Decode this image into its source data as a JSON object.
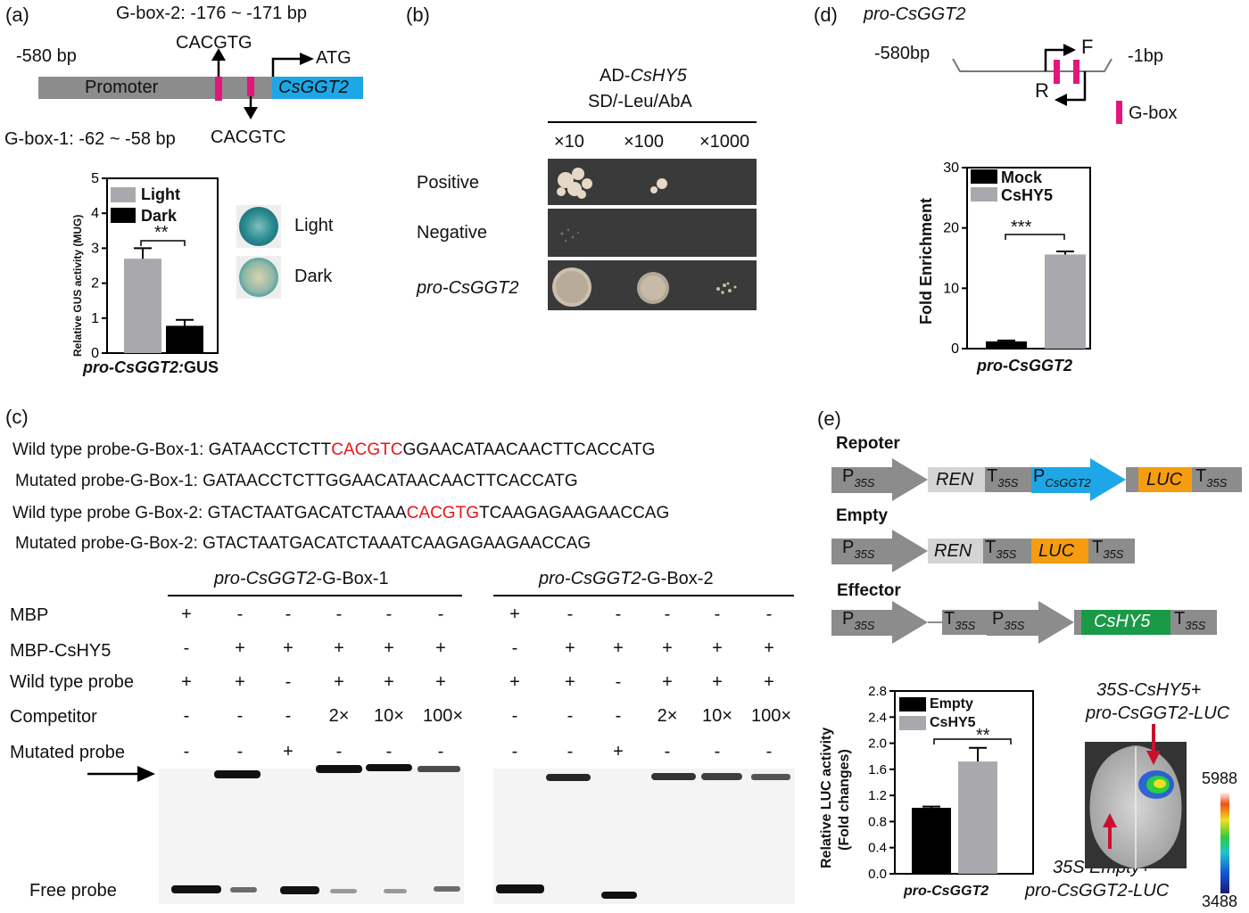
{
  "panels": {
    "a": {
      "label": "(a)",
      "gbox2": "G-box-2: -176 ~ -171 bp",
      "start": "-580 bp",
      "cacgtg": "CACGTG",
      "atg": "ATG",
      "promoter": "Promoter",
      "gene": "CsGGT2",
      "gbox1": "G-box-1: -62 ~ -58 bp",
      "cacgtc": "CACGTC",
      "chart_ylabel": "Relative GUS activity (MUG)",
      "chart_xlabel_italic": "pro-CsGGT2:",
      "chart_xlabel_plain": "GUS",
      "legend_light": "Light",
      "legend_dark": "Dark",
      "sig": "**",
      "img_light": "Light",
      "img_dark": "Dark"
    },
    "b": {
      "label": "(b)",
      "title_plain": "AD-",
      "title_italic": "CsHY5",
      "subtitle": "SD/-Leu/AbA",
      "dilutions": [
        "×10",
        "×100",
        "×1000"
      ],
      "rows": [
        "Positive",
        "Negative",
        "pro-CsGGT2"
      ]
    },
    "c": {
      "label": "(c)",
      "seq": [
        {
          "prefix": "Wild type probe-G-Box-1: ",
          "pre": "GATAACCTCTT",
          "hl": "CACGTC",
          "post": "GGAACATAACAACTTCACCATG"
        },
        {
          "prefix": "Mutated probe-G-Box-1: ",
          "pre": "GATAACCTCTTGGAACATAACAACTTCACCATG",
          "hl": "",
          "post": ""
        },
        {
          "prefix": "Wild type probe G-Box-2: ",
          "pre": "GTACTAATGACATCTAAA",
          "hl": "CACGTG",
          "post": "TCAAGAGAAGAACCAG"
        },
        {
          "prefix": "Mutated probe-G-Box-2: ",
          "pre": "GTACTAATGACATCTAAATCAAGAGAAGAACCAG",
          "hl": "",
          "post": ""
        }
      ],
      "group1_italic": "pro-CsGGT2",
      "group1_plain": "-G-Box-1",
      "group2_italic": "pro-CsGGT2",
      "group2_plain": "-G-Box-2",
      "row_labels": [
        "MBP",
        "MBP-CsHY5",
        "Wild type probe",
        "Competitor",
        "Mutated probe"
      ],
      "matrix": [
        [
          "+",
          "-",
          "-",
          "-",
          "-",
          "-"
        ],
        [
          "-",
          "+",
          "+",
          "+",
          "+",
          "+"
        ],
        [
          "+",
          "+",
          "-",
          "+",
          "+",
          "+"
        ],
        [
          "-",
          "-",
          "-",
          "2×",
          "10×",
          "100×"
        ],
        [
          "-",
          "-",
          "+",
          "-",
          "-",
          "-"
        ]
      ],
      "free_probe": "Free probe"
    },
    "d": {
      "label": "(d)",
      "title": "pro-CsGGT2",
      "start": "-580bp",
      "end": "-1bp",
      "primer_f": "F",
      "primer_r": "R",
      "gbox_legend": "G-box",
      "chart_ylabel": "Fold Enrichment",
      "chart_xlabel": "pro-CsGGT2",
      "legend_mock": "Mock",
      "legend_cshy5": "CsHY5",
      "sig": "***"
    },
    "e": {
      "label": "(e)",
      "reporter": "Repoter",
      "empty": "Empty",
      "effector": "Effector",
      "p": "P",
      "sub35s": "35S",
      "subcsggt2": "CsGGT2",
      "t": "T",
      "ren": "REN",
      "luc": "LUC",
      "cshy5": "CsHY5",
      "chart_ylabel1": "Relative LUC activity",
      "chart_ylabel2": "(Fold changes)",
      "chart_xlabel": "pro-CsGGT2",
      "legend_empty": "Empty",
      "legend_cshy5": "CsHY5",
      "sig": "**",
      "leaf_top1": "35S-CsHY5+",
      "leaf_top2": "pro-CsGGT2-LUC",
      "leaf_bot1": "35S Empty+",
      "leaf_bot2": "pro-CsGGT2-LUC",
      "scale_max": "5988",
      "scale_min": "3488"
    }
  },
  "chart_data": [
    {
      "type": "bar",
      "panel": "a",
      "categories": [
        "Light",
        "Dark"
      ],
      "values": [
        2.7,
        0.78
      ],
      "errors": [
        0.3,
        0.17
      ],
      "ylabel": "Relative GUS activity (MUG)",
      "xlabel": "pro-CsGGT2:GUS",
      "ylim": [
        0,
        5
      ],
      "yticks": [
        "0",
        "1",
        "2",
        "3",
        "4",
        "5"
      ],
      "colors": [
        "#a9a9ad",
        "#000000"
      ]
    },
    {
      "type": "bar",
      "panel": "d",
      "categories": [
        "Mock",
        "CsHY5"
      ],
      "values": [
        1.2,
        15.6
      ],
      "errors": [
        0.15,
        0.5
      ],
      "ylabel": "Fold Enrichment",
      "xlabel": "pro-CsGGT2",
      "ylim": [
        0,
        30
      ],
      "yticks": [
        "0",
        "10",
        "20",
        "30"
      ],
      "colors": [
        "#000000",
        "#a9a9ad"
      ]
    },
    {
      "type": "bar",
      "panel": "e",
      "categories": [
        "Empty",
        "CsHY5"
      ],
      "values": [
        1.01,
        1.72
      ],
      "errors": [
        0.02,
        0.21
      ],
      "ylabel": "Relative LUC activity (Fold changes)",
      "xlabel": "pro-CsGGT2",
      "ylim": [
        0,
        2.8
      ],
      "yticks": [
        "0.0",
        "0.4",
        "0.8",
        "1.2",
        "1.6",
        "2.0",
        "2.4",
        "2.8"
      ],
      "colors": [
        "#000000",
        "#a9a9ad"
      ]
    }
  ]
}
